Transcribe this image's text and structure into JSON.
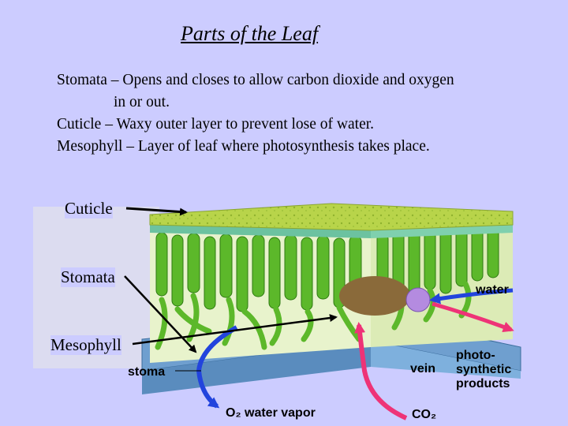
{
  "title": "Parts of the Leaf",
  "definitions": [
    {
      "line1": "Stomata – Opens and closes to allow carbon dioxide and oxygen",
      "line2": "in or out."
    },
    {
      "line1": "Cuticle – Waxy outer layer to prevent lose of water."
    },
    {
      "line1": "Mesophyll – Layer of leaf where photosynthesis takes place."
    }
  ],
  "callouts": {
    "cuticle": "Cuticle",
    "stomata": "Stomata",
    "mesophyll": "Mesophyll"
  },
  "figure_labels": {
    "water": "water",
    "photo_line1": "photo-",
    "photo_line2": "synthetic",
    "photo_line3": "products",
    "vein": "vein",
    "stoma": "stoma",
    "o2_water_vapor": "O₂ water vapor",
    "co2": "CO₂"
  },
  "colors": {
    "background": "#ccccff",
    "cuticle_top": "#b8d44a",
    "mesophyll_green": "#5cb82a",
    "epidermis_blue": "#6f9fcf",
    "arrow_blue": "#2244dd",
    "arrow_pink": "#ee3377"
  }
}
